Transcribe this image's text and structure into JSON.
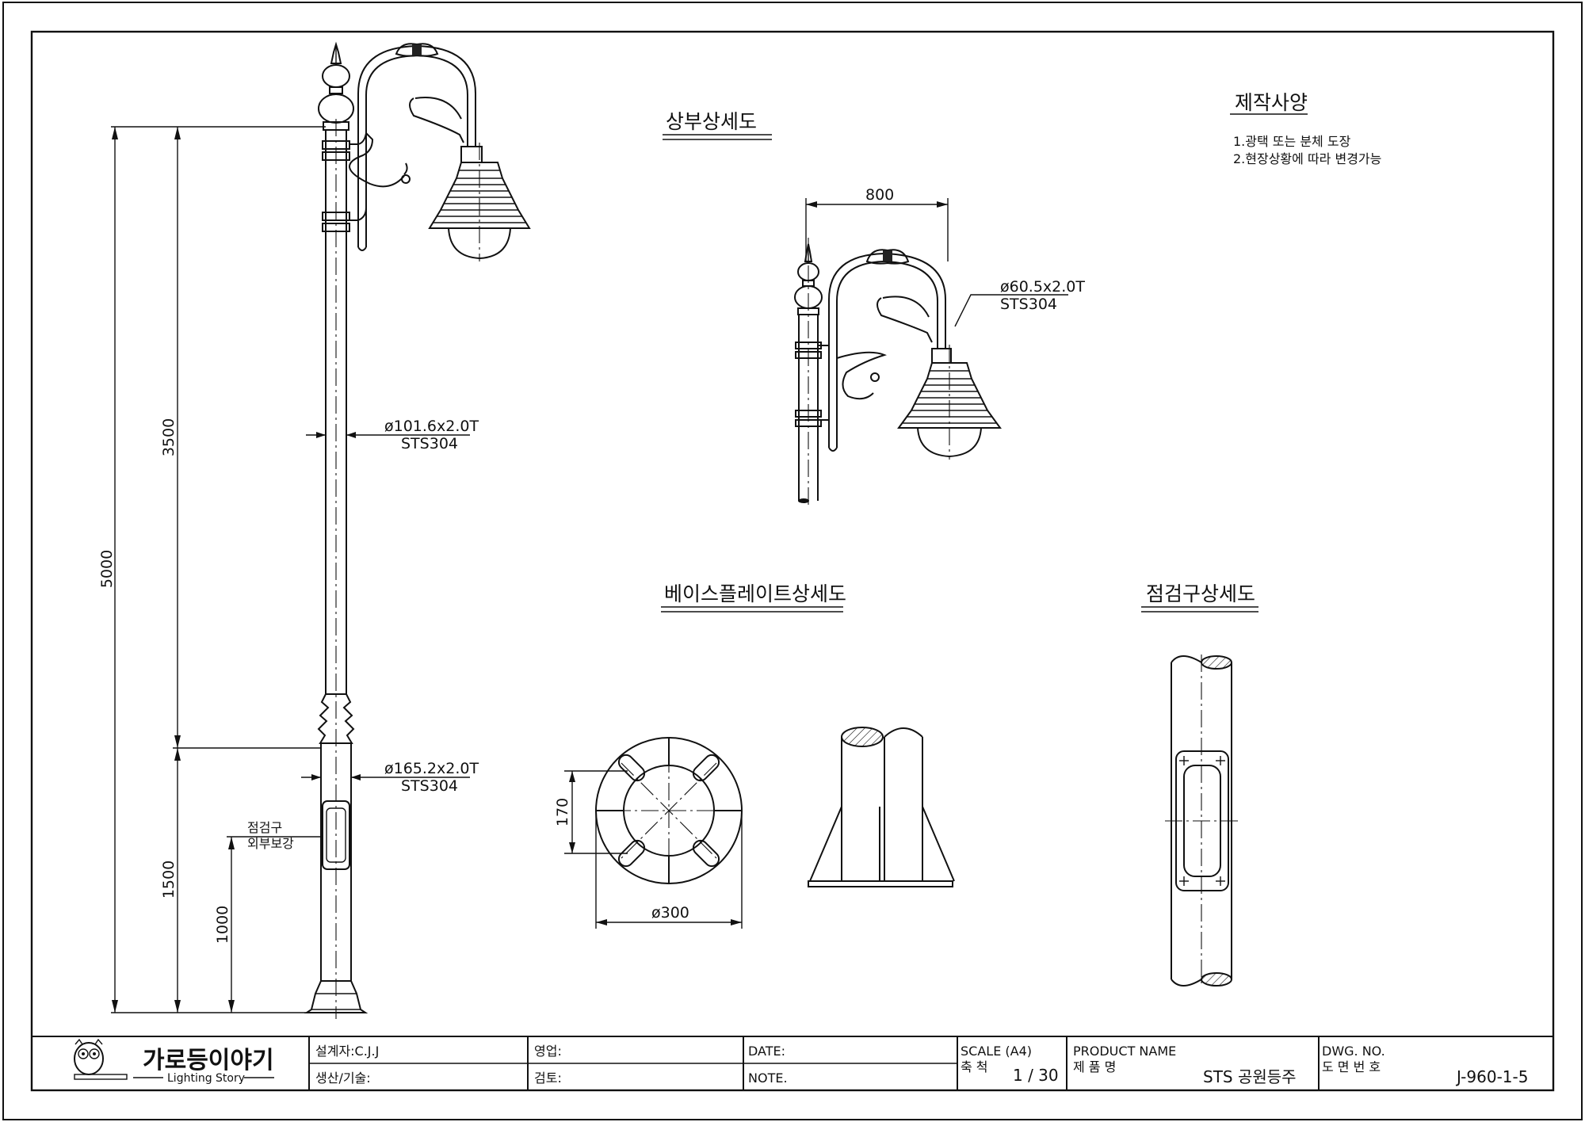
{
  "drawing": {
    "main_dims": {
      "total_height": "5000",
      "upper_height": "3500",
      "lower_height": "1500",
      "door_height": "1000",
      "upper_pipe_dia": "ø101.6x2.0T",
      "upper_pipe_mat": "STS304",
      "lower_pipe_dia": "ø165.2x2.0T",
      "lower_pipe_mat": "STS304",
      "door_note_1": "점검구",
      "door_note_2": "외부보강"
    },
    "top_detail": {
      "title": "상부상세도",
      "arm_width": "800",
      "arm_pipe_dia": "ø60.5x2.0T",
      "arm_pipe_mat": "STS304"
    },
    "spec": {
      "title": "제작사양",
      "lines": [
        "1.광택 또는 분체 도장",
        "2.현장상황에 따라 변경가능"
      ]
    },
    "base_detail": {
      "title": "베이스플레이트상세도",
      "bolt_spacing": "170",
      "plate_dia": "ø300"
    },
    "door_detail": {
      "title": "점검구상세도"
    }
  },
  "title_block": {
    "logo_name": "가로등이야기",
    "logo_sub": "Lighting Story",
    "designer": "설계자:C.J.J",
    "production": "생산/기술:",
    "sales": "영업:",
    "review": "검토:",
    "date": "DATE:",
    "note": "NOTE.",
    "scale_label": "SCALE (A4)",
    "scale_kr": "축 척",
    "scale_value": "1 / 30",
    "product_label": "PRODUCT NAME",
    "product_kr": "제 품 명",
    "product_value": "STS 공원등주",
    "dwg_label": "DWG. NO.",
    "dwg_kr": "도 면 번 호",
    "dwg_value": "J-960-1-5"
  }
}
